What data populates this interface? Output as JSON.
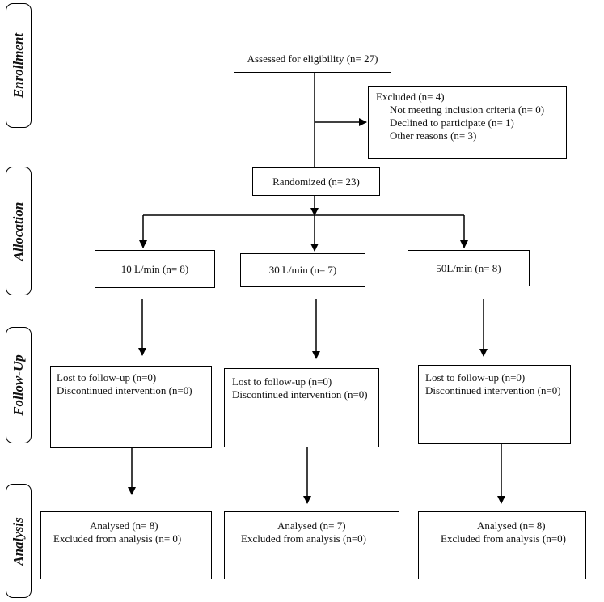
{
  "phases": {
    "enrollment": "Enrollment",
    "allocation": "Allocation",
    "follow_up": "Follow-Up",
    "analysis": "Analysis"
  },
  "enrollment": {
    "assessed": "Assessed for eligibility (n= 27)",
    "excluded": {
      "title": "Excluded  (n= 4)",
      "reasons": [
        "Not meeting inclusion criteria (n= 0)",
        "Declined to participate (n= 1)",
        "Other reasons (n= 3)"
      ]
    }
  },
  "randomized": "Randomized (n= 23)",
  "arms": [
    {
      "allocation": "10 L/min (n= 8)",
      "follow_up": [
        "Lost to follow-up  (n=0)",
        "Discontinued intervention (n=0)"
      ],
      "analysis": [
        "Analysed  (n= 8)",
        "Excluded from analysis (n= 0)"
      ]
    },
    {
      "allocation": "30 L/min (n= 7)",
      "follow_up": [
        "Lost to follow-up  (n=0)",
        "Discontinued intervention (n=0)"
      ],
      "analysis": [
        "Analysed  (n= 7)",
        "Excluded from analysis  (n=0)"
      ]
    },
    {
      "allocation": "50L/min (n= 8)",
      "follow_up": [
        "Lost to follow-up  (n=0)",
        "Discontinued intervention (n=0)"
      ],
      "analysis": [
        "Analysed  (n= 8)",
        "Excluded from analysis (n=0)"
      ]
    }
  ]
}
